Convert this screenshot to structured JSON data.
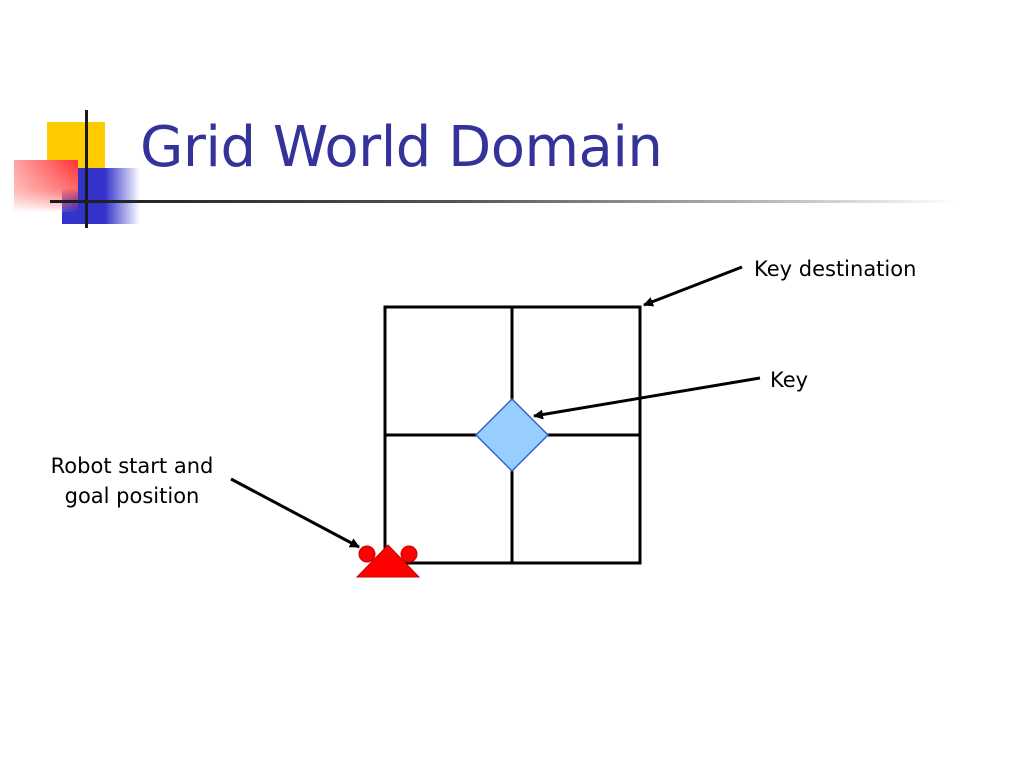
{
  "slide": {
    "title": "Grid World Domain",
    "title_color": "#333399"
  },
  "diagram": {
    "grid": {
      "rows": 2,
      "cols": 2
    },
    "labels": {
      "key_destination": "Key destination",
      "key": "Key",
      "robot_line1": "Robot start and",
      "robot_line2": "goal position"
    },
    "colors": {
      "key_fill": "#99ccff",
      "robot_fill": "#ff0000",
      "grid_stroke": "#000000",
      "deco_yellow": "#ffcc00",
      "deco_red": "#ff3333",
      "deco_blue": "#3333cc"
    }
  }
}
